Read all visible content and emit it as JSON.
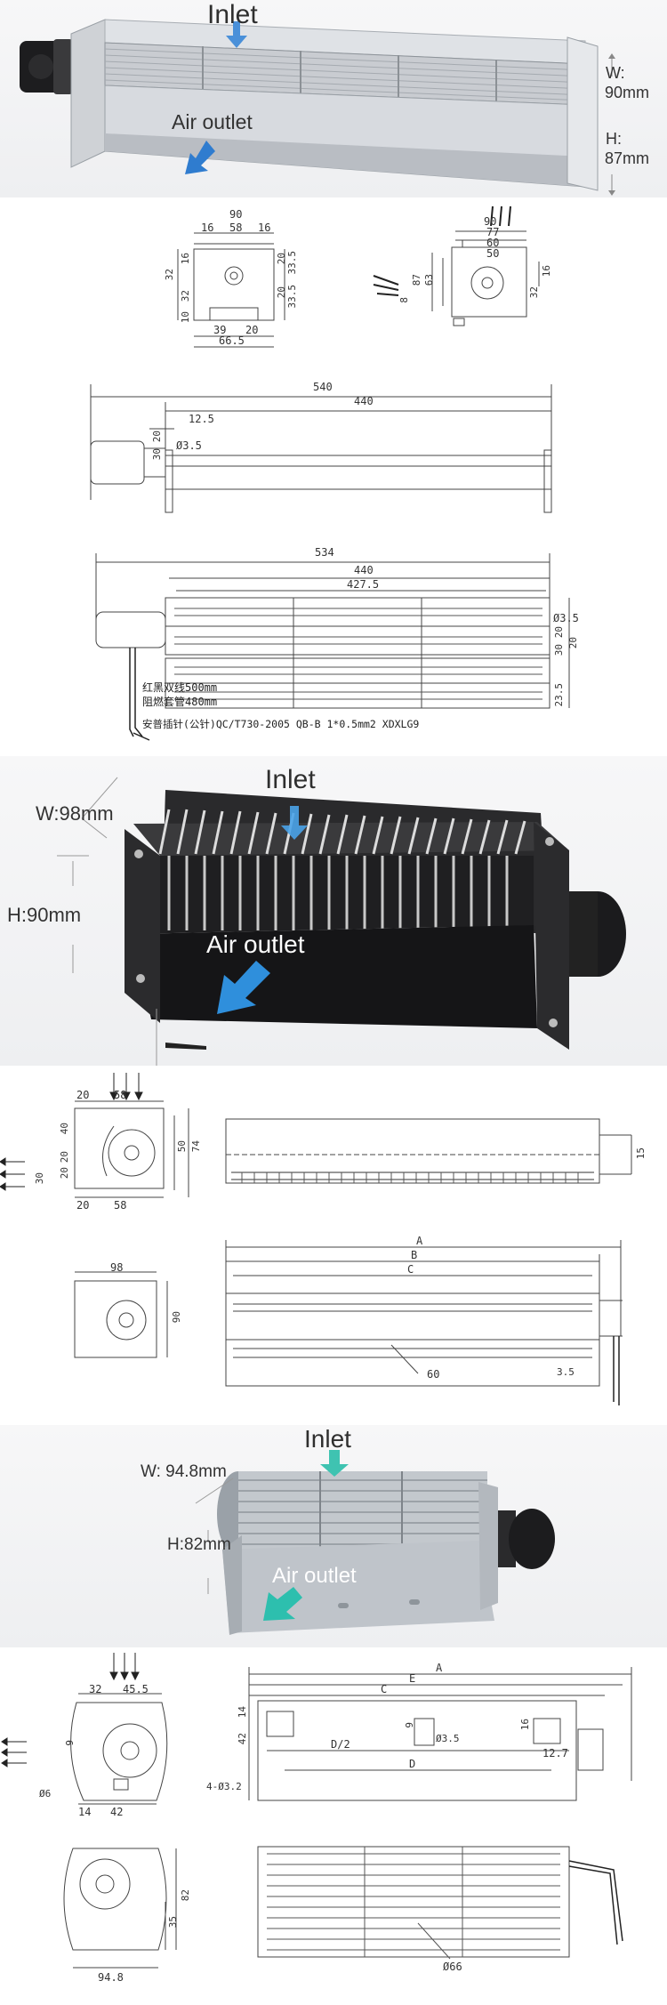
{
  "product1": {
    "photo": {
      "inlet": "Inlet",
      "air_outlet": "Air outlet",
      "width": "W:\n90mm",
      "width_a": "W:",
      "width_b": "90mm",
      "height_a": "H:",
      "height_b": "87mm"
    },
    "end_view_left": {
      "dims": [
        "90",
        "16",
        "58",
        "16",
        "32",
        "16",
        "20",
        "33.5",
        "20",
        "32",
        "33.5",
        "10",
        "39",
        "20",
        "66.5"
      ]
    },
    "end_view_right": {
      "dims": [
        "90",
        "77",
        "60",
        "50",
        "16",
        "32",
        "63",
        "87",
        "8"
      ]
    },
    "side_view": {
      "dims": [
        "540",
        "440",
        "12.5",
        "20",
        "30",
        "Ø3.5"
      ]
    },
    "blade_view": {
      "dims": [
        "534",
        "440",
        "427.5",
        "Ø3.5",
        "20",
        "30",
        "20",
        "23.5"
      ],
      "note1": "红黑双线500mm",
      "note2": "阻燃套管480mm",
      "note3": "安普插针(公针)QC/T730-2005  QB-B  1*0.5mm2  XDXLG9"
    }
  },
  "product2": {
    "photo": {
      "inlet": "Inlet",
      "air_outlet": "Air outlet",
      "width": "W:98mm",
      "height": "H:90mm"
    },
    "end_view_top": {
      "dims": [
        "20",
        "58",
        "40",
        "20",
        "20",
        "30",
        "20",
        "58",
        "50",
        "74"
      ]
    },
    "side_view_top": {
      "dims": [
        "15"
      ]
    },
    "end_view_bottom": {
      "dims": [
        "98",
        "90"
      ]
    },
    "side_view_bottom": {
      "dims": [
        "A",
        "B",
        "C",
        "60",
        "3.5"
      ]
    }
  },
  "product3": {
    "photo": {
      "inlet": "Inlet",
      "air_outlet": "Air outlet",
      "width": "W: 94.8mm",
      "height": "H:82mm"
    },
    "end_view_top": {
      "dims": [
        "32",
        "45.5",
        "9",
        "14",
        "42",
        "Ø6"
      ]
    },
    "side_view_top": {
      "dims": [
        "A",
        "E",
        "C",
        "14",
        "42",
        "9",
        "D/2",
        "D",
        "Ø3.5",
        "16",
        "12.7",
        "4-Ø3.2"
      ]
    },
    "end_view_bottom": {
      "dims": [
        "94.8",
        "82",
        "35"
      ]
    },
    "side_view_bottom": {
      "dims": [
        "Ø66"
      ]
    }
  }
}
